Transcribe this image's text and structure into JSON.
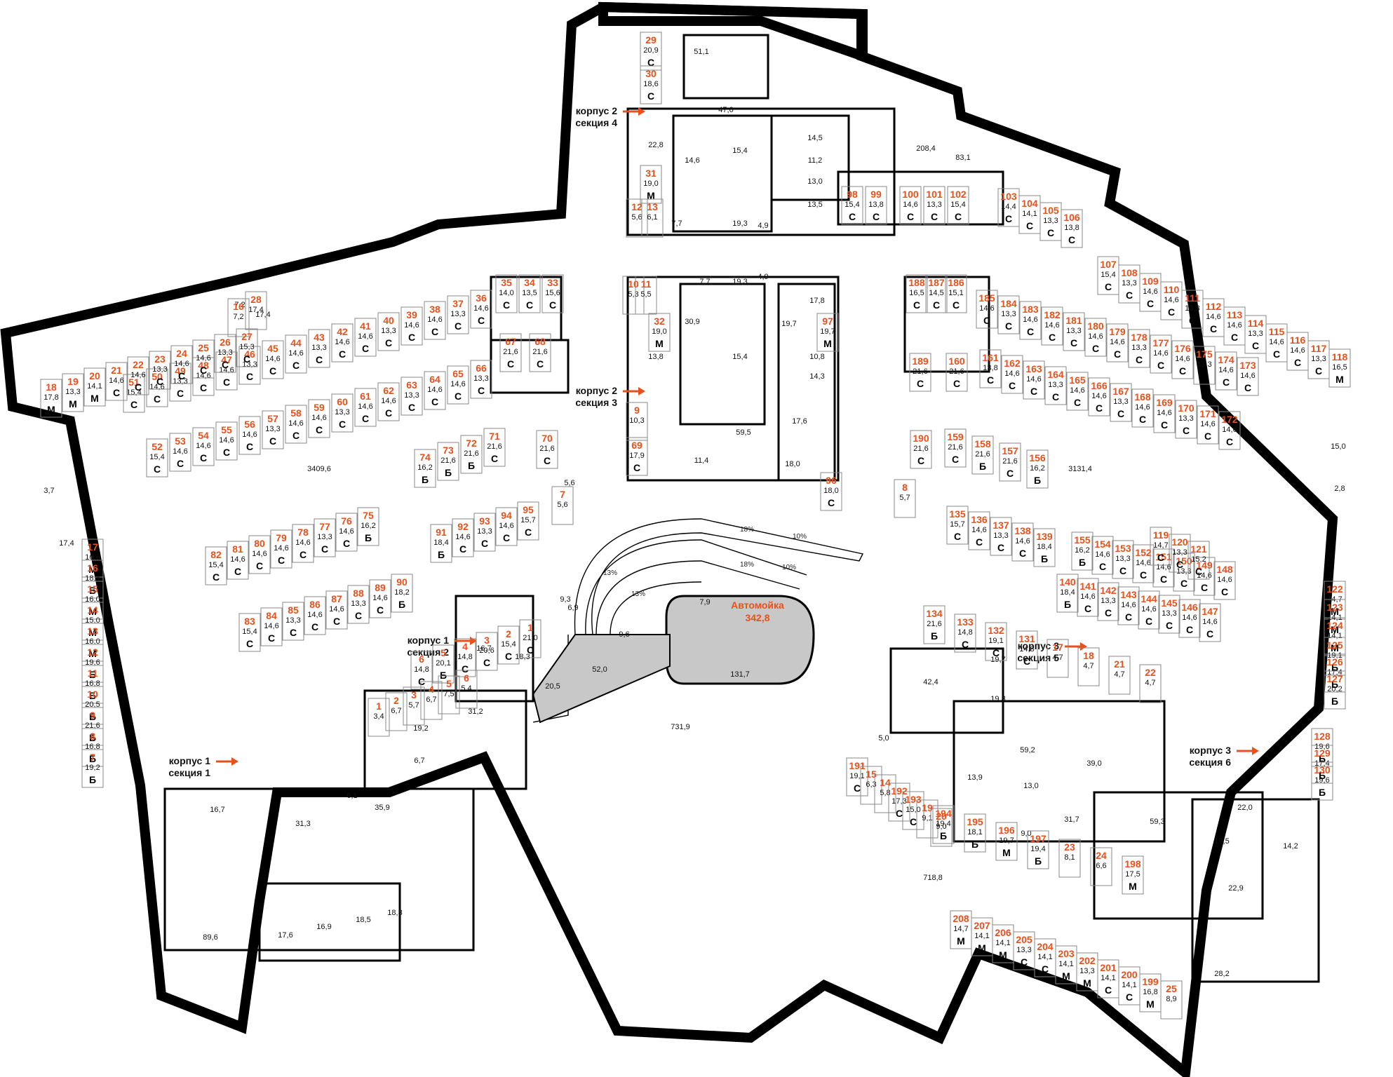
{
  "floor_plan": {
    "sections": [
      {
        "line1": "корпус 2",
        "line2": "секция 4"
      },
      {
        "line1": "корпус 2",
        "line2": "секция 3"
      },
      {
        "line1": "корпус 1",
        "line2": "секция 2"
      },
      {
        "line1": "корпус 1",
        "line2": "секция 1"
      },
      {
        "line1": "корпус 3",
        "line2": "секция 5"
      },
      {
        "line1": "корпус 3",
        "line2": "секция 6"
      }
    ],
    "car_wash": {
      "label": "Автомойка",
      "area": "342,8"
    },
    "ramp_slopes": [
      "18%",
      "10%",
      "18%",
      "10%",
      "13%",
      "13%"
    ],
    "zone_areas": [
      "3409,6",
      "3131,4",
      "731,9",
      "718,8",
      "208,4",
      "83,1",
      "131,7",
      "52,0",
      "89,6",
      "35,9"
    ],
    "tech_rooms": [
      "51,1",
      "47,0",
      "22,8",
      "14,6",
      "15,4",
      "14,5",
      "11,2",
      "13,0",
      "13,5",
      "7,7",
      "19,3",
      "4,9",
      "7,7",
      "19,3",
      "4,9",
      "17,8",
      "30,9",
      "19,7",
      "13,8",
      "15,4",
      "10,8",
      "14,3",
      "17,6",
      "59,5",
      "11,4",
      "18,0",
      "5,6",
      "9,3",
      "6,9",
      "7,9",
      "9,6",
      "16,7",
      "18,3",
      "20,5",
      "31,2",
      "19,2",
      "6,7",
      "31,3",
      "6,1",
      "16,7",
      "42,4",
      "19,7",
      "19,3",
      "59,2",
      "5,0",
      "13,9",
      "13,0",
      "39,0",
      "31,7",
      "9,0",
      "59,3",
      "19,5",
      "22,0",
      "14,2",
      "22,9",
      "28,2",
      "17,6",
      "16,9",
      "18,5",
      "18,3",
      "15,0",
      "2,8",
      "17,4",
      "3,7",
      "7,2",
      "17,4"
    ],
    "spots": [
      {
        "n": "29",
        "a": "20,9",
        "t": "С"
      },
      {
        "n": "30",
        "a": "18,6",
        "t": "С"
      },
      {
        "n": "31",
        "a": "19,0",
        "t": "М"
      },
      {
        "n": "12",
        "a": "5,6",
        "t": ""
      },
      {
        "n": "13",
        "a": "6,1",
        "t": ""
      },
      {
        "n": "98",
        "a": "15,4",
        "t": "С"
      },
      {
        "n": "99",
        "a": "13,8",
        "t": "С"
      },
      {
        "n": "100",
        "a": "14,6",
        "t": "С"
      },
      {
        "n": "101",
        "a": "13,3",
        "t": "С"
      },
      {
        "n": "102",
        "a": "15,4",
        "t": "С"
      },
      {
        "n": "103",
        "a": "14,4",
        "t": "С"
      },
      {
        "n": "104",
        "a": "14,1",
        "t": "С"
      },
      {
        "n": "105",
        "a": "13,3",
        "t": "С"
      },
      {
        "n": "106",
        "a": "13,8",
        "t": "С"
      },
      {
        "n": "107",
        "a": "15,4",
        "t": "С"
      },
      {
        "n": "108",
        "a": "13,3",
        "t": "С"
      },
      {
        "n": "109",
        "a": "14,6",
        "t": "С"
      },
      {
        "n": "110",
        "a": "14,6",
        "t": "С"
      },
      {
        "n": "111",
        "a": "13,3",
        "t": "С"
      },
      {
        "n": "112",
        "a": "14,6",
        "t": "С"
      },
      {
        "n": "113",
        "a": "14,6",
        "t": "С"
      },
      {
        "n": "114",
        "a": "13,3",
        "t": "С"
      },
      {
        "n": "115",
        "a": "14,6",
        "t": "С"
      },
      {
        "n": "116",
        "a": "14,6",
        "t": "С"
      },
      {
        "n": "117",
        "a": "13,3",
        "t": "С"
      },
      {
        "n": "118",
        "a": "16,5",
        "t": "М"
      },
      {
        "n": "35",
        "a": "14,0",
        "t": "С"
      },
      {
        "n": "34",
        "a": "13,5",
        "t": "С"
      },
      {
        "n": "33",
        "a": "15,6",
        "t": "С"
      },
      {
        "n": "67",
        "a": "21,6",
        "t": "С"
      },
      {
        "n": "68",
        "a": "21,6",
        "t": "С"
      },
      {
        "n": "10",
        "a": "5,3",
        "t": ""
      },
      {
        "n": "11",
        "a": "5,5",
        "t": ""
      },
      {
        "n": "32",
        "a": "19,0",
        "t": "М"
      },
      {
        "n": "97",
        "a": "19,7",
        "t": "М"
      },
      {
        "n": "9",
        "a": "10,3",
        "t": ""
      },
      {
        "n": "69",
        "a": "17,9",
        "t": "С"
      },
      {
        "n": "96",
        "a": "18,0",
        "t": "С"
      },
      {
        "n": "188",
        "a": "16,5",
        "t": "С"
      },
      {
        "n": "187",
        "a": "14,5",
        "t": "С"
      },
      {
        "n": "186",
        "a": "15,1",
        "t": "С"
      },
      {
        "n": "189",
        "a": "21,6",
        "t": "С"
      },
      {
        "n": "160",
        "a": "21,6",
        "t": "С"
      },
      {
        "n": "185",
        "a": "14,6",
        "t": "С"
      },
      {
        "n": "184",
        "a": "13,3",
        "t": "С"
      },
      {
        "n": "183",
        "a": "14,6",
        "t": "С"
      },
      {
        "n": "182",
        "a": "14,6",
        "t": "С"
      },
      {
        "n": "181",
        "a": "13,3",
        "t": "С"
      },
      {
        "n": "180",
        "a": "14,6",
        "t": "С"
      },
      {
        "n": "179",
        "a": "14,6",
        "t": "С"
      },
      {
        "n": "178",
        "a": "13,3",
        "t": "С"
      },
      {
        "n": "177",
        "a": "14,6",
        "t": "С"
      },
      {
        "n": "176",
        "a": "14,6",
        "t": "С"
      },
      {
        "n": "175",
        "a": "13,3",
        "t": "С"
      },
      {
        "n": "174",
        "a": "14,6",
        "t": "С"
      },
      {
        "n": "173",
        "a": "14,6",
        "t": "С"
      },
      {
        "n": "161",
        "a": "13,8",
        "t": "С"
      },
      {
        "n": "162",
        "a": "14,6",
        "t": "С"
      },
      {
        "n": "163",
        "a": "14,6",
        "t": "С"
      },
      {
        "n": "164",
        "a": "13,3",
        "t": "С"
      },
      {
        "n": "165",
        "a": "14,6",
        "t": "С"
      },
      {
        "n": "166",
        "a": "14,6",
        "t": "С"
      },
      {
        "n": "167",
        "a": "13,3",
        "t": "С"
      },
      {
        "n": "168",
        "a": "14,6",
        "t": "С"
      },
      {
        "n": "169",
        "a": "14,6",
        "t": "С"
      },
      {
        "n": "170",
        "a": "13,3",
        "t": "С"
      },
      {
        "n": "171",
        "a": "14,6",
        "t": "С"
      },
      {
        "n": "172",
        "a": "14,6",
        "t": "С"
      },
      {
        "n": "190",
        "a": "21,6",
        "t": "С"
      },
      {
        "n": "8",
        "a": "5,7",
        "t": ""
      },
      {
        "n": "159",
        "a": "21,6",
        "t": "С"
      },
      {
        "n": "158",
        "a": "21,6",
        "t": "Б"
      },
      {
        "n": "157",
        "a": "21,6",
        "t": "С"
      },
      {
        "n": "156",
        "a": "16,2",
        "t": "Б"
      },
      {
        "n": "135",
        "a": "15,7",
        "t": "С"
      },
      {
        "n": "136",
        "a": "14,6",
        "t": "С"
      },
      {
        "n": "137",
        "a": "13,3",
        "t": "С"
      },
      {
        "n": "138",
        "a": "14,6",
        "t": "С"
      },
      {
        "n": "139",
        "a": "18,4",
        "t": "Б"
      },
      {
        "n": "155",
        "a": "16,2",
        "t": "Б"
      },
      {
        "n": "154",
        "a": "14,6",
        "t": "С"
      },
      {
        "n": "153",
        "a": "13,3",
        "t": "С"
      },
      {
        "n": "152",
        "a": "14,6",
        "t": "С"
      },
      {
        "n": "151",
        "a": "14,6",
        "t": "С"
      },
      {
        "n": "150",
        "a": "13,3",
        "t": "С"
      },
      {
        "n": "149",
        "a": "14,6",
        "t": "С"
      },
      {
        "n": "148",
        "a": "14,6",
        "t": "С"
      },
      {
        "n": "140",
        "a": "18,4",
        "t": "Б"
      },
      {
        "n": "141",
        "a": "14,6",
        "t": "С"
      },
      {
        "n": "142",
        "a": "13,3",
        "t": "С"
      },
      {
        "n": "143",
        "a": "14,6",
        "t": "С"
      },
      {
        "n": "144",
        "a": "14,6",
        "t": "С"
      },
      {
        "n": "145",
        "a": "13,3",
        "t": "С"
      },
      {
        "n": "146",
        "a": "14,6",
        "t": "С"
      },
      {
        "n": "147",
        "a": "14,6",
        "t": "С"
      },
      {
        "n": "119",
        "a": "14,7",
        "t": "С"
      },
      {
        "n": "120",
        "a": "13,3",
        "t": "С"
      },
      {
        "n": "121",
        "a": "15,2",
        "t": "С"
      },
      {
        "n": "122",
        "a": "14,7",
        "t": "М"
      },
      {
        "n": "123",
        "a": "14,1",
        "t": "М"
      },
      {
        "n": "124",
        "a": "14,1",
        "t": "М"
      },
      {
        "n": "125",
        "a": "19,1",
        "t": "Б"
      },
      {
        "n": "126",
        "a": "17,4",
        "t": "Б"
      },
      {
        "n": "127",
        "a": "20,2",
        "t": "Б"
      },
      {
        "n": "128",
        "a": "19,6",
        "t": "Б"
      },
      {
        "n": "129",
        "a": "17,4",
        "t": "Б"
      },
      {
        "n": "130",
        "a": "19,6",
        "t": "Б"
      },
      {
        "n": "28",
        "a": "17,4",
        "t": ""
      },
      {
        "n": "16",
        "a": "7,2",
        "t": ""
      },
      {
        "n": "36",
        "a": "14,6",
        "t": "С"
      },
      {
        "n": "37",
        "a": "13,3",
        "t": "С"
      },
      {
        "n": "38",
        "a": "14,6",
        "t": "С"
      },
      {
        "n": "39",
        "a": "14,6",
        "t": "С"
      },
      {
        "n": "40",
        "a": "13,3",
        "t": "С"
      },
      {
        "n": "41",
        "a": "14,6",
        "t": "С"
      },
      {
        "n": "42",
        "a": "14,6",
        "t": "С"
      },
      {
        "n": "43",
        "a": "13,3",
        "t": "С"
      },
      {
        "n": "44",
        "a": "14,6",
        "t": "С"
      },
      {
        "n": "45",
        "a": "14,6",
        "t": "С"
      },
      {
        "n": "46",
        "a": "13,3",
        "t": "С"
      },
      {
        "n": "47",
        "a": "14,6",
        "t": "С"
      },
      {
        "n": "48",
        "a": "14,6",
        "t": "С"
      },
      {
        "n": "49",
        "a": "13,3",
        "t": "С"
      },
      {
        "n": "50",
        "a": "14,6",
        "t": "С"
      },
      {
        "n": "51",
        "a": "15,4",
        "t": "С"
      },
      {
        "n": "27",
        "a": "15,3",
        "t": "С"
      },
      {
        "n": "26",
        "a": "13,3",
        "t": "С"
      },
      {
        "n": "25",
        "a": "14,6",
        "t": "С"
      },
      {
        "n": "24",
        "a": "14,6",
        "t": "С"
      },
      {
        "n": "23",
        "a": "13,3",
        "t": "С"
      },
      {
        "n": "22",
        "a": "14,6",
        "t": "С"
      },
      {
        "n": "21",
        "a": "14,6",
        "t": "С"
      },
      {
        "n": "20",
        "a": "14,1",
        "t": "М"
      },
      {
        "n": "19",
        "a": "13,3",
        "t": "М"
      },
      {
        "n": "18",
        "a": "17,8",
        "t": "М"
      },
      {
        "n": "66",
        "a": "13,3",
        "t": "С"
      },
      {
        "n": "65",
        "a": "14,6",
        "t": "С"
      },
      {
        "n": "64",
        "a": "14,6",
        "t": "С"
      },
      {
        "n": "63",
        "a": "13,3",
        "t": "С"
      },
      {
        "n": "62",
        "a": "14,6",
        "t": "С"
      },
      {
        "n": "61",
        "a": "14,6",
        "t": "С"
      },
      {
        "n": "60",
        "a": "13,3",
        "t": "С"
      },
      {
        "n": "59",
        "a": "14,6",
        "t": "С"
      },
      {
        "n": "58",
        "a": "14,6",
        "t": "С"
      },
      {
        "n": "57",
        "a": "13,3",
        "t": "С"
      },
      {
        "n": "56",
        "a": "14,6",
        "t": "С"
      },
      {
        "n": "55",
        "a": "14,6",
        "t": "С"
      },
      {
        "n": "54",
        "a": "14,6",
        "t": "С"
      },
      {
        "n": "53",
        "a": "14,6",
        "t": "С"
      },
      {
        "n": "52",
        "a": "15,4",
        "t": "С"
      },
      {
        "n": "71",
        "a": "21,6",
        "t": "С"
      },
      {
        "n": "72",
        "a": "21,6",
        "t": "Б"
      },
      {
        "n": "73",
        "a": "21,6",
        "t": "Б"
      },
      {
        "n": "74",
        "a": "16,2",
        "t": "Б"
      },
      {
        "n": "70",
        "a": "21,6",
        "t": "С"
      },
      {
        "n": "7",
        "a": "5,6",
        "t": ""
      },
      {
        "n": "95",
        "a": "15,7",
        "t": "С"
      },
      {
        "n": "94",
        "a": "14,6",
        "t": "С"
      },
      {
        "n": "93",
        "a": "13,3",
        "t": "С"
      },
      {
        "n": "92",
        "a": "14,6",
        "t": "С"
      },
      {
        "n": "91",
        "a": "18,4",
        "t": "Б"
      },
      {
        "n": "75",
        "a": "16,2",
        "t": "Б"
      },
      {
        "n": "76",
        "a": "14,6",
        "t": "С"
      },
      {
        "n": "77",
        "a": "13,3",
        "t": "С"
      },
      {
        "n": "78",
        "a": "14,6",
        "t": "С"
      },
      {
        "n": "79",
        "a": "14,6",
        "t": "С"
      },
      {
        "n": "80",
        "a": "14,6",
        "t": "С"
      },
      {
        "n": "81",
        "a": "14,6",
        "t": "С"
      },
      {
        "n": "82",
        "a": "15,4",
        "t": "С"
      },
      {
        "n": "90",
        "a": "18,2",
        "t": "Б"
      },
      {
        "n": "89",
        "a": "14,6",
        "t": "С"
      },
      {
        "n": "88",
        "a": "13,3",
        "t": "С"
      },
      {
        "n": "87",
        "a": "14,6",
        "t": "С"
      },
      {
        "n": "86",
        "a": "14,6",
        "t": "С"
      },
      {
        "n": "85",
        "a": "13,3",
        "t": "С"
      },
      {
        "n": "84",
        "a": "14,6",
        "t": "С"
      },
      {
        "n": "83",
        "a": "15,4",
        "t": "С"
      },
      {
        "n": "17",
        "a": "16,6",
        "t": "М"
      },
      {
        "n": "16",
        "a": "18,4",
        "t": "Б"
      },
      {
        "n": "15",
        "a": "16,0",
        "t": "М"
      },
      {
        "n": "14",
        "a": "15,0",
        "t": "М"
      },
      {
        "n": "13",
        "a": "16,0",
        "t": "М"
      },
      {
        "n": "12",
        "a": "19,6",
        "t": "Б"
      },
      {
        "n": "11",
        "a": "16,8",
        "t": "Б"
      },
      {
        "n": "10",
        "a": "20,5",
        "t": "Б"
      },
      {
        "n": "9",
        "a": "21,6",
        "t": "Б"
      },
      {
        "n": "8",
        "a": "16,8",
        "t": "Б"
      },
      {
        "n": "7",
        "a": "19,2",
        "t": "Б"
      },
      {
        "n": "1",
        "a": "21,0",
        "t": "С"
      },
      {
        "n": "2",
        "a": "15,4",
        "t": "С"
      },
      {
        "n": "3",
        "a": "20,6",
        "t": "С"
      },
      {
        "n": "4",
        "a": "14,8",
        "t": "С"
      },
      {
        "n": "5",
        "a": "20,1",
        "t": "Б"
      },
      {
        "n": "6",
        "a": "14,8",
        "t": "С"
      },
      {
        "n": "6",
        "a": "5,4",
        "t": ""
      },
      {
        "n": "5",
        "a": "7,5",
        "t": ""
      },
      {
        "n": "4",
        "a": "6,7",
        "t": ""
      },
      {
        "n": "3",
        "a": "5,7",
        "t": ""
      },
      {
        "n": "2",
        "a": "6,7",
        "t": ""
      },
      {
        "n": "1",
        "a": "3,4",
        "t": ""
      },
      {
        "n": "134",
        "a": "21,6",
        "t": "Б"
      },
      {
        "n": "133",
        "a": "14,8",
        "t": "С"
      },
      {
        "n": "132",
        "a": "19,1",
        "t": "С"
      },
      {
        "n": "131",
        "a": "14,8",
        "t": "С"
      },
      {
        "n": "17",
        "a": "4,7",
        "t": ""
      },
      {
        "n": "18",
        "a": "4,7",
        "t": ""
      },
      {
        "n": "21",
        "a": "4,7",
        "t": ""
      },
      {
        "n": "22",
        "a": "4,7",
        "t": ""
      },
      {
        "n": "191",
        "a": "19,1",
        "t": "С"
      },
      {
        "n": "15",
        "a": "6,3",
        "t": ""
      },
      {
        "n": "14",
        "a": "5,8",
        "t": ""
      },
      {
        "n": "192",
        "a": "17,3",
        "t": "С"
      },
      {
        "n": "193",
        "a": "15,0",
        "t": "С"
      },
      {
        "n": "19",
        "a": "9,1",
        "t": ""
      },
      {
        "n": "20",
        "a": "9,0",
        "t": ""
      },
      {
        "n": "194",
        "a": "19,4",
        "t": "Б"
      },
      {
        "n": "195",
        "a": "18,1",
        "t": "Б"
      },
      {
        "n": "196",
        "a": "19,7",
        "t": "М"
      },
      {
        "n": "197",
        "a": "19,4",
        "t": "Б"
      },
      {
        "n": "23",
        "a": "8,1",
        "t": ""
      },
      {
        "n": "24",
        "a": "6,6",
        "t": ""
      },
      {
        "n": "198",
        "a": "17,5",
        "t": "М"
      },
      {
        "n": "208",
        "a": "14,7",
        "t": "М"
      },
      {
        "n": "207",
        "a": "14,1",
        "t": "М"
      },
      {
        "n": "206",
        "a": "14,1",
        "t": "М"
      },
      {
        "n": "205",
        "a": "13,3",
        "t": "С"
      },
      {
        "n": "204",
        "a": "14,1",
        "t": "С"
      },
      {
        "n": "203",
        "a": "14,1",
        "t": "М"
      },
      {
        "n": "202",
        "a": "13,3",
        "t": "М"
      },
      {
        "n": "201",
        "a": "14,1",
        "t": "С"
      },
      {
        "n": "200",
        "a": "14,1",
        "t": "С"
      },
      {
        "n": "199",
        "a": "16,8",
        "t": "М"
      },
      {
        "n": "25",
        "a": "8,9",
        "t": ""
      }
    ]
  }
}
